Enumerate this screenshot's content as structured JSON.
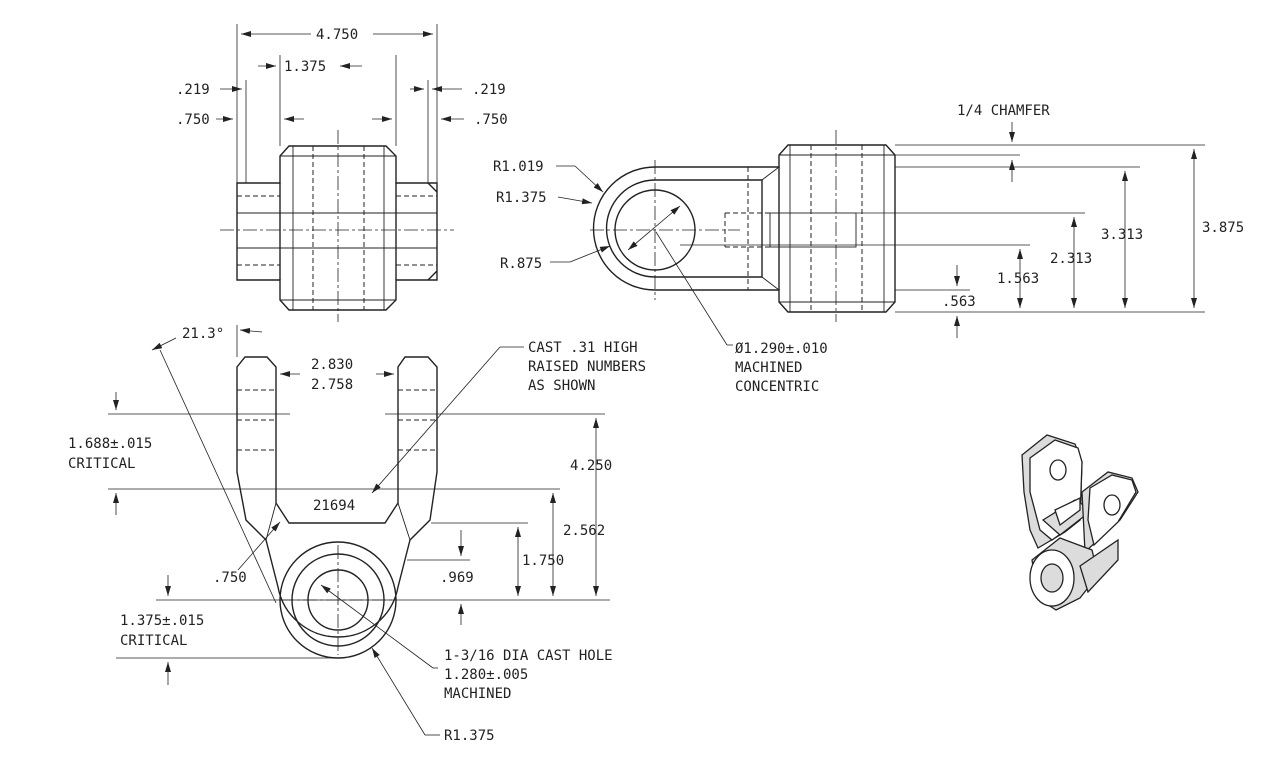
{
  "top_view": {
    "overall_width": "4.750",
    "center_width": "1.375",
    "left_flange": ".219",
    "right_flange": ".219",
    "left_offset": ".750",
    "right_offset": ".750"
  },
  "side_view": {
    "chamfer_note": "1/4 CHAMFER",
    "outer_radius": "R1.019",
    "mid_radius": "R1.375",
    "inner_radius": "R.875",
    "height_total": "3.875",
    "height_a": "3.313",
    "height_b": "2.313",
    "height_c": "1.563",
    "height_d": ".563",
    "bore_note_1": "Ø1.290±.010",
    "bore_note_2": "MACHINED",
    "bore_note_3": "CONCENTRIC"
  },
  "front_view": {
    "angle": "21.3°",
    "slot_width_max": "2.830",
    "slot_width_min": "2.758",
    "cast_note_1": "CAST .31 HIGH",
    "cast_note_2": "RAISED NUMBERS",
    "cast_note_3": "AS SHOWN",
    "part_number": "21694",
    "dim_critical_a": "1.688±.015",
    "critical_a": "CRITICAL",
    "height_total": "4.250",
    "height_a": "2.562",
    "height_b": "1.750",
    "fillet": ".750",
    "wall": ".969",
    "dim_critical_b": "1.375±.015",
    "critical_b": "CRITICAL",
    "hole_note_1": "1-3/16 DIA CAST HOLE",
    "hole_note_2": "1.280±.005",
    "hole_note_3": "MACHINED",
    "bottom_radius": "R1.375"
  }
}
